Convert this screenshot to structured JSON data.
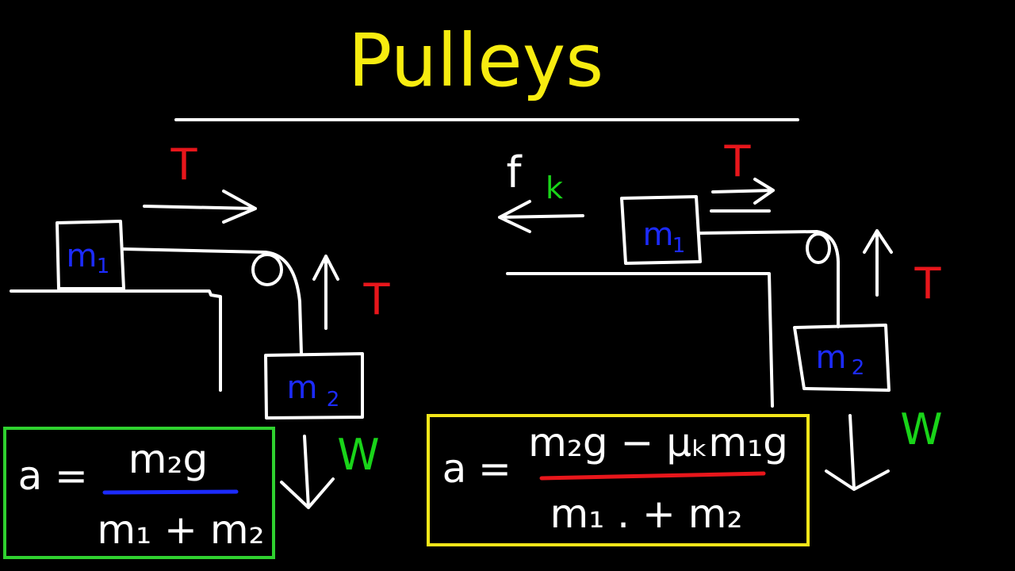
{
  "title": "Pulleys",
  "colors": {
    "background": "#000000",
    "title": "#f7ec10",
    "line": "#ffffff",
    "tension": "#e8161b",
    "weight": "#19d419",
    "mass": "#1c2bff",
    "friction_sub": "#19d419",
    "box_left": "#2fd12f",
    "box_right": "#f3e619",
    "underline_left": "#1c2bff",
    "underline_right": "#e8161b"
  },
  "left_diagram": {
    "mass1": {
      "m": "m",
      "sub": "1"
    },
    "mass2": {
      "m": "m",
      "sub": "2"
    },
    "tension_top": "T",
    "tension_side": "T",
    "weight": "W",
    "equation": {
      "lhs": "a",
      "equals": "=",
      "numerator": "m₂g",
      "denominator": "m₁ + m₂"
    }
  },
  "right_diagram": {
    "mass1": {
      "m": "m",
      "sub": "1"
    },
    "mass2": {
      "m": "m",
      "sub": "2"
    },
    "friction": {
      "f": "f",
      "sub": "k"
    },
    "tension_top": "T",
    "tension_side": "T",
    "weight": "W",
    "equation": {
      "lhs": "a",
      "equals": "=",
      "numerator": "m₂g − μₖm₁g",
      "denominator": "m₁ . + m₂"
    }
  }
}
